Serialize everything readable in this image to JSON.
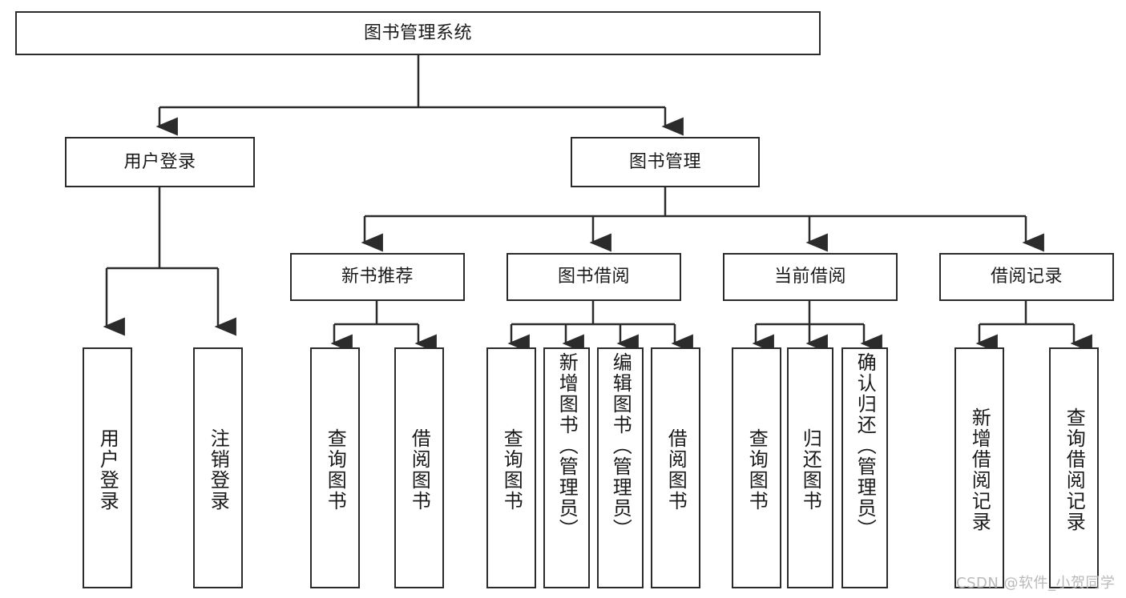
{
  "diagram": {
    "title": "图书管理系统",
    "type": "functional-decomposition-tree",
    "root": {
      "label": "图书管理系统"
    },
    "level2": [
      {
        "label": "用户登录"
      },
      {
        "label": "图书管理"
      }
    ],
    "level3": [
      {
        "label": "新书推荐"
      },
      {
        "label": "图书借阅"
      },
      {
        "label": "当前借阅"
      },
      {
        "label": "借阅记录"
      }
    ],
    "leaves_user_login": [
      {
        "label": "用户登录"
      },
      {
        "label": "注销登录"
      }
    ],
    "leaves_new_book": [
      {
        "label": "查询图书"
      },
      {
        "label": "借阅图书"
      }
    ],
    "leaves_borrow": [
      {
        "label": "查询图书"
      },
      {
        "label": "新增图书（管理员）"
      },
      {
        "label": "编辑图书（管理员）"
      },
      {
        "label": "借阅图书"
      }
    ],
    "leaves_current": [
      {
        "label": "查询图书"
      },
      {
        "label": "归还图书"
      },
      {
        "label": "确认归还（管理员）"
      }
    ],
    "leaves_records": [
      {
        "label": "新增借阅记录"
      },
      {
        "label": "查询借阅记录"
      }
    ]
  },
  "watermark": {
    "text": "CSDN @软件_小贺同学"
  },
  "colors": {
    "stroke": "#2b2b2b",
    "fill": "#ffffff",
    "text": "#1a1a1a",
    "watermark": "#b9b9b9"
  }
}
